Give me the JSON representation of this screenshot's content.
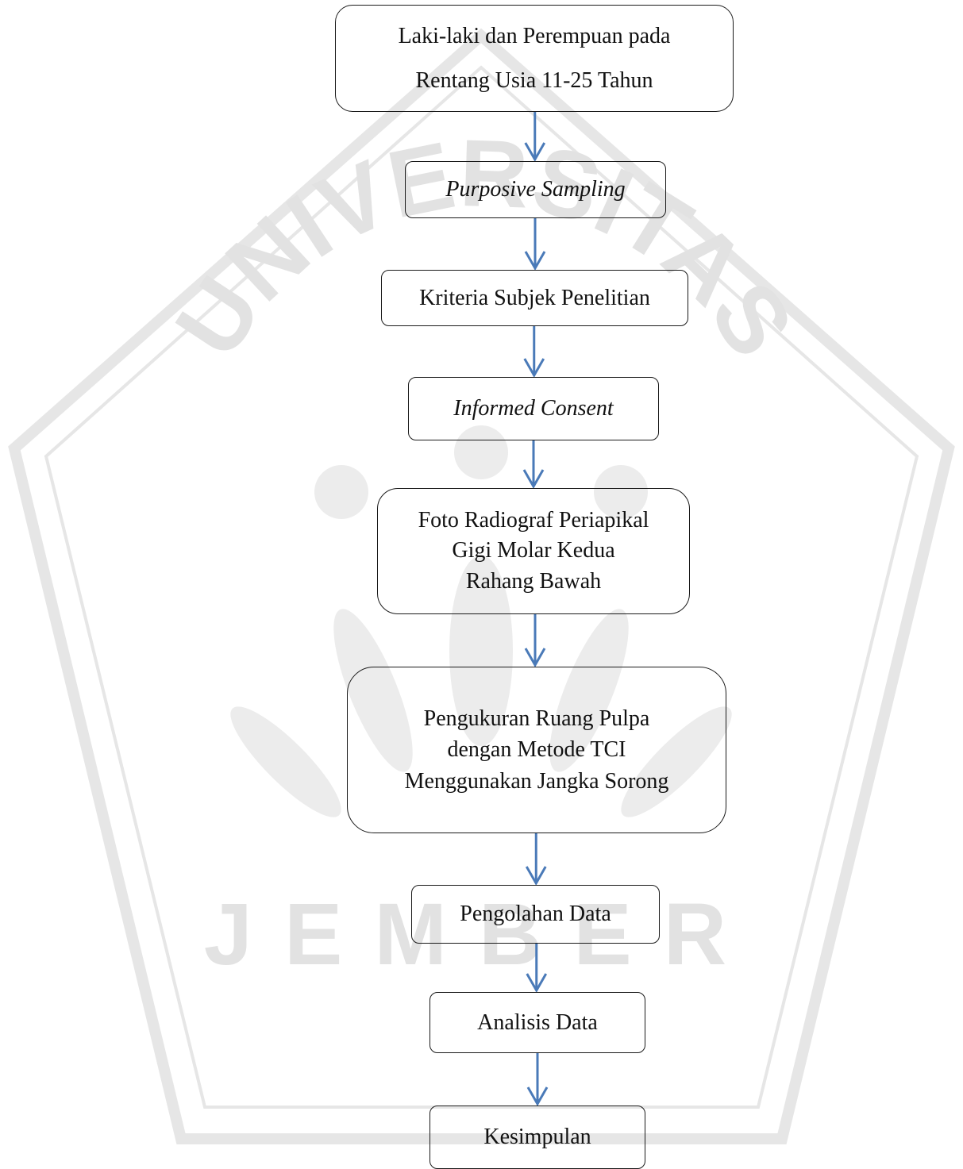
{
  "nodes": [
    {
      "id": "n1",
      "lines": [
        "Laki-laki dan Perempuan pada",
        "Rentang Usia 11-25 Tahun"
      ],
      "italic": false
    },
    {
      "id": "n2",
      "lines": [
        "Purposive Sampling"
      ],
      "italic": true
    },
    {
      "id": "n3",
      "lines": [
        "Kriteria Subjek Penelitian"
      ],
      "italic": false
    },
    {
      "id": "n4",
      "lines": [
        "Informed Consent"
      ],
      "italic": true
    },
    {
      "id": "n5",
      "lines": [
        "Foto Radiograf Periapikal",
        "Gigi Molar Kedua",
        "Rahang Bawah"
      ],
      "italic": false
    },
    {
      "id": "n6",
      "lines": [
        "Pengukuran Ruang Pulpa",
        "dengan Metode TCI",
        "Menggunakan Jangka Sorong"
      ],
      "italic": false
    },
    {
      "id": "n7",
      "lines": [
        "Pengolahan Data"
      ],
      "italic": false
    },
    {
      "id": "n8",
      "lines": [
        "Analisis Data"
      ],
      "italic": false
    },
    {
      "id": "n9",
      "lines": [
        "Kesimpulan"
      ],
      "italic": false
    }
  ],
  "edges": [
    [
      "n1",
      "n2"
    ],
    [
      "n2",
      "n3"
    ],
    [
      "n3",
      "n4"
    ],
    [
      "n4",
      "n5"
    ],
    [
      "n5",
      "n6"
    ],
    [
      "n6",
      "n7"
    ],
    [
      "n7",
      "n8"
    ],
    [
      "n8",
      "n9"
    ]
  ],
  "watermark": {
    "arc_text": "UNIVERSITAS",
    "bottom_text": "JEMBER",
    "color": "#e2e2e2"
  },
  "colors": {
    "arrow": "#4a7ab8",
    "border": "#1a1a1a"
  }
}
